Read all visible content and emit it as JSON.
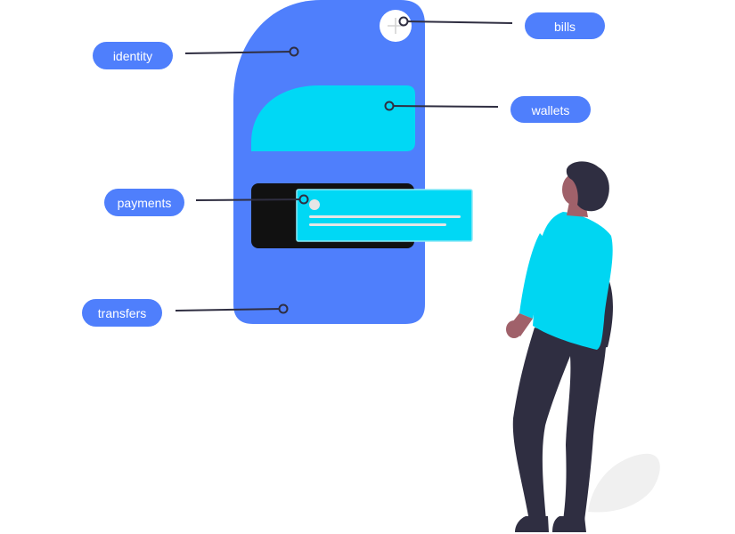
{
  "labels": {
    "identity": "identity",
    "bills": "bills",
    "wallets": "wallets",
    "payments": "payments",
    "transfers": "transfers"
  },
  "colors": {
    "phone": "#4f7ffc",
    "accent": "#00d8f5",
    "dark": "#111111",
    "shirt": "#00d6f2",
    "pants": "#2f2e41",
    "hair": "#2f2e41",
    "skin": "#a0616a",
    "leaf": "#f0f0f0",
    "pill_bg": "#4f7ffc",
    "pill_text": "#ffffff",
    "line": "#2f2e41"
  }
}
